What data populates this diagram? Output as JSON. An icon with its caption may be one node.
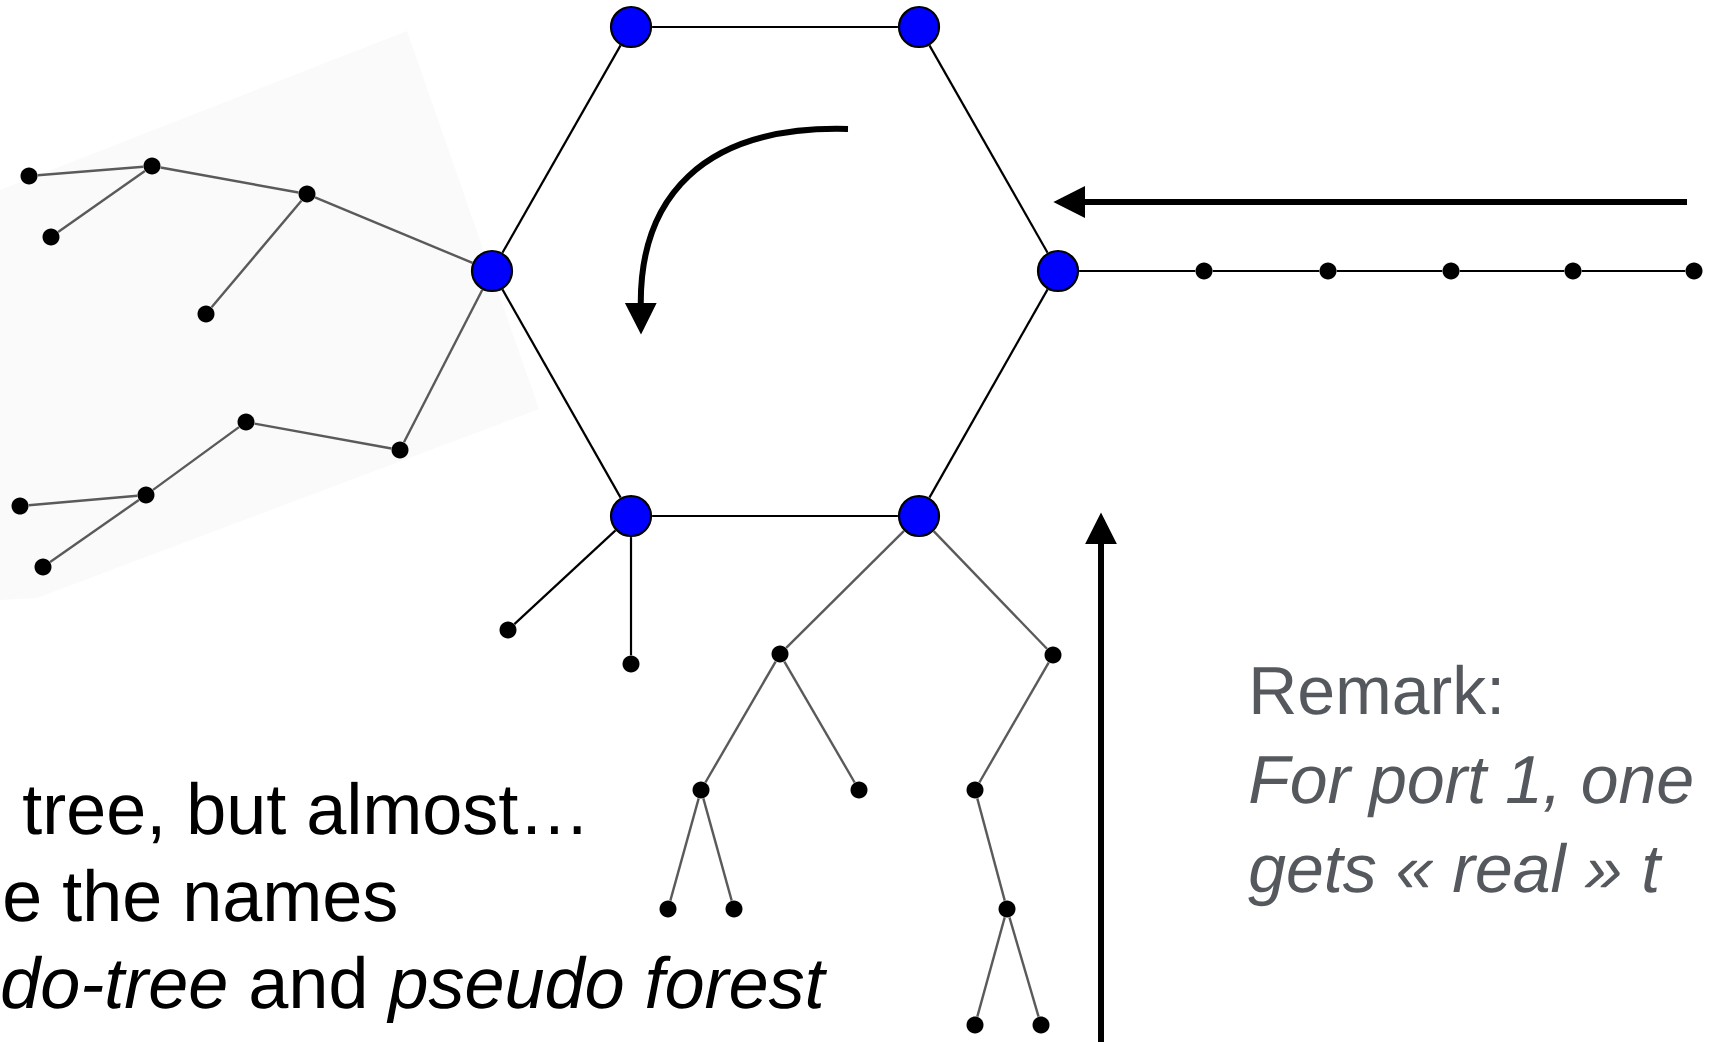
{
  "diagram": {
    "nodes": [
      {
        "text": [],
        "shape": "circle"
      },
      {
        "text": [],
        "shape": "circle"
      },
      {
        "text": [],
        "shape": "circle"
      },
      {
        "text": [],
        "shape": "circle"
      },
      {
        "text": [],
        "shape": "circle"
      },
      {
        "text": [],
        "shape": "circle"
      },
      {
        "text": [],
        "shape": "circle"
      },
      {
        "text": [],
        "shape": "circle"
      },
      {
        "text": [],
        "shape": "circle"
      },
      {
        "text": [],
        "shape": "circle"
      },
      {
        "text": [],
        "shape": "circle"
      },
      {
        "text": [],
        "shape": "circle"
      },
      {
        "text": [],
        "shape": "circle"
      },
      {
        "text": [],
        "shape": "circle"
      },
      {
        "text": [],
        "shape": "circle"
      },
      {
        "text": [],
        "shape": "circle"
      },
      {
        "text": [],
        "shape": "circle"
      },
      {
        "text": [],
        "shape": "circle"
      },
      {
        "text": [],
        "shape": "circle"
      },
      {
        "text": [],
        "shape": "circle"
      },
      {
        "text": [],
        "shape": "circle"
      },
      {
        "text": [],
        "shape": "circle"
      },
      {
        "text": [],
        "shape": "circle"
      },
      {
        "text": [],
        "shape": "circle"
      },
      {
        "text": [],
        "shape": "circle"
      },
      {
        "text": [],
        "shape": "circle"
      },
      {
        "text": [],
        "shape": "circle"
      },
      {
        "text": [],
        "shape": "circle"
      },
      {
        "text": [],
        "shape": "circle"
      },
      {
        "text": [],
        "shape": "circle"
      },
      {
        "text": [],
        "shape": "circle"
      },
      {
        "text": [],
        "shape": "circle"
      },
      {
        "text": [],
        "shape": "circle"
      }
    ],
    "edges": [
      {
        "from": 0,
        "to": 1,
        "arrow": "none",
        "color": "#000000"
      },
      {
        "from": 1,
        "to": 3,
        "arrow": "none",
        "color": "#000000"
      },
      {
        "from": 3,
        "to": 5,
        "arrow": "none",
        "color": "#000000"
      },
      {
        "from": 5,
        "to": 4,
        "arrow": "none",
        "color": "#000000"
      },
      {
        "from": 4,
        "to": 2,
        "arrow": "none",
        "color": "#000000"
      },
      {
        "from": 2,
        "to": 0,
        "arrow": "none",
        "color": "#000000"
      },
      {
        "from": 3,
        "to": 6,
        "arrow": "none",
        "color": "#000000"
      },
      {
        "from": 6,
        "to": 7,
        "arrow": "none",
        "color": "#000000"
      },
      {
        "from": 7,
        "to": 8,
        "arrow": "none",
        "color": "#000000"
      },
      {
        "from": 8,
        "to": 9,
        "arrow": "none",
        "color": "#000000"
      },
      {
        "from": 9,
        "to": 10,
        "arrow": "none",
        "color": "#000000"
      },
      {
        "from": 2,
        "to": 11,
        "arrow": "none"
      },
      {
        "from": 11,
        "to": 12,
        "arrow": "none"
      },
      {
        "from": 12,
        "to": 13,
        "arrow": "none"
      },
      {
        "from": 12,
        "to": 14,
        "arrow": "none"
      },
      {
        "from": 11,
        "to": 15,
        "arrow": "none"
      },
      {
        "from": 2,
        "to": 16,
        "arrow": "none"
      },
      {
        "from": 16,
        "to": 17,
        "arrow": "none"
      },
      {
        "from": 17,
        "to": 18,
        "arrow": "none"
      },
      {
        "from": 18,
        "to": 19,
        "arrow": "none"
      },
      {
        "from": 18,
        "to": 20,
        "arrow": "none"
      },
      {
        "from": 4,
        "to": 21,
        "arrow": "none",
        "color": "#000000"
      },
      {
        "from": 4,
        "to": 22,
        "arrow": "none",
        "color": "#000000"
      },
      {
        "from": 5,
        "to": 23,
        "arrow": "none"
      },
      {
        "from": 5,
        "to": 24,
        "arrow": "none"
      },
      {
        "from": 23,
        "to": 25,
        "arrow": "none"
      },
      {
        "from": 23,
        "to": 26,
        "arrow": "none"
      },
      {
        "from": 25,
        "to": 28,
        "arrow": "none"
      },
      {
        "from": 25,
        "to": 29,
        "arrow": "none"
      },
      {
        "from": 24,
        "to": 27,
        "arrow": "none"
      },
      {
        "from": 27,
        "to": 30,
        "arrow": "none"
      },
      {
        "from": 30,
        "to": 31,
        "arrow": "none"
      },
      {
        "from": 30,
        "to": 32,
        "arrow": "none"
      }
    ],
    "labels": [
      "tree, but almost…",
      "e the names",
      "*do-tree* and *pseudo forest*",
      "Remark:",
      "For port 1, one",
      "gets « real » t"
    ]
  }
}
